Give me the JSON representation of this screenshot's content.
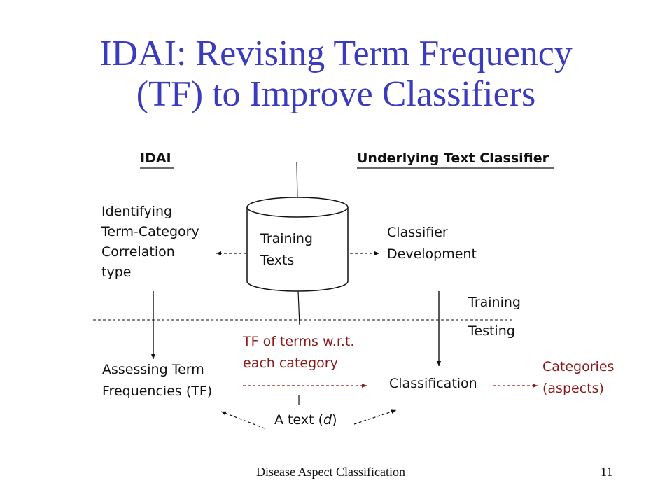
{
  "title": {
    "line1": "IDAI: Revising Term Frequency",
    "line2": "(TF) to Improve Classifiers"
  },
  "diagram": {
    "header_left": "IDAI",
    "header_right": "Underlying Text Classifier",
    "identifying": [
      "Identifying",
      "Term-Category",
      "Correlation",
      "type"
    ],
    "training_texts": [
      "Training",
      "Texts"
    ],
    "classifier_dev": [
      "Classifier",
      "Development"
    ],
    "training": "Training",
    "testing": "Testing",
    "tf_terms": [
      "TF of terms w.r.t.",
      "each category"
    ],
    "assessing": [
      "Assessing Term",
      "Frequencies (TF)"
    ],
    "classification": "Classification",
    "categories": [
      "Categories",
      "(aspects)"
    ],
    "a_text_prefix": "A text (",
    "a_text_var": "d",
    "a_text_suffix": ")"
  },
  "colors": {
    "title": "#3b3bbd",
    "accent_red": "#8b1a1a",
    "lines": "#111111"
  },
  "footer": {
    "text": "Disease Aspect Classification",
    "page": "11"
  }
}
